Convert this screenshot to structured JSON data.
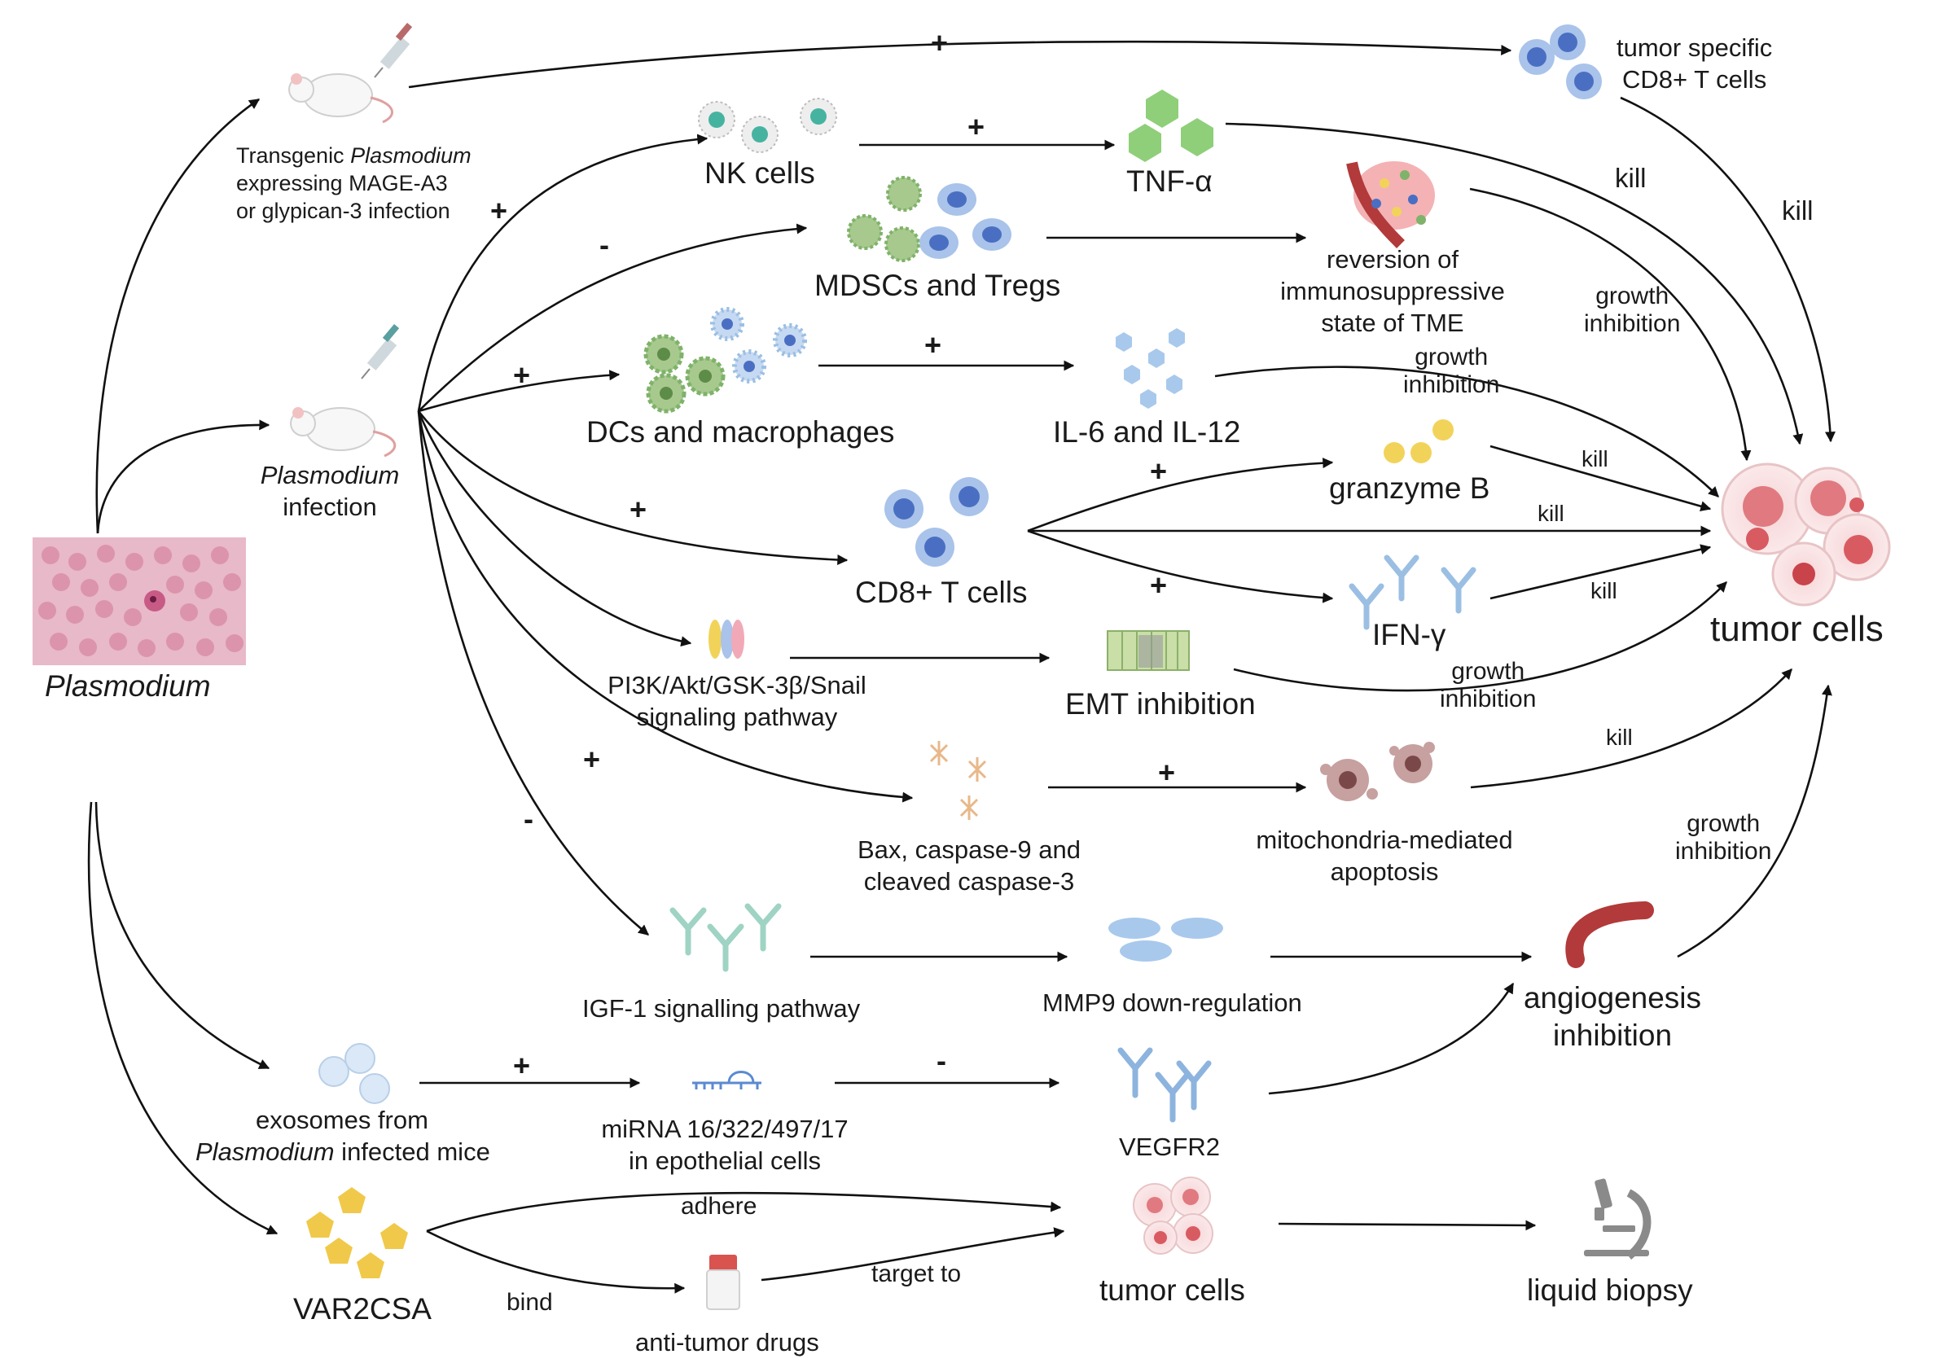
{
  "source": {
    "plasmodium": "Plasmodium",
    "transgenic_prefix": "Transgenic ",
    "transgenic_italic": "Plasmodium",
    "transgenic_line2": "expressing MAGE-A3",
    "transgenic_line3": "or glypican-3 infection",
    "infection_italic": "Plasmodium",
    "infection_line2": "infection"
  },
  "nodes": {
    "tumor_specific_line1": "tumor specific",
    "tumor_specific_line2": "CD8+ T cells",
    "nk_cells": "NK cells",
    "tnf": "TNF-α",
    "mdscs": "MDSCs and Tregs",
    "reversion_line1": "reversion of",
    "reversion_line2": "immunosuppressive",
    "reversion_line3": "state of TME",
    "dcs": "DCs and macrophages",
    "il": "IL-6 and IL-12",
    "granzyme": "granzyme B",
    "cd8": "CD8+ T cells",
    "ifn": "IFN-γ",
    "tumor_cells": "tumor cells",
    "pi3k_line1": "PI3K/Akt/GSK-3β/Snail",
    "pi3k_line2": "signaling pathway",
    "emt": "EMT inhibition",
    "bax_line1": "Bax, caspase-9 and",
    "bax_line2": "cleaved caspase-3",
    "mito_line1": "mitochondria-mediated",
    "mito_line2": "apoptosis",
    "igf": "IGF-1 signalling pathway",
    "mmp9": "MMP9 down-regulation",
    "angio_line1": "angiogenesis",
    "angio_line2": "inhibition",
    "exosomes_line1": "exosomes from",
    "exosomes_italic": "Plasmodium",
    "exosomes_rest": " infected mice",
    "mirna_line1": "miRNA 16/322/497/17",
    "mirna_line2": "in epothelial cells",
    "vegfr2": "VEGFR2",
    "var2csa": "VAR2CSA",
    "anti_tumor": "anti-tumor drugs",
    "tumor_cells_small": "tumor cells",
    "liquid_biopsy": "liquid biopsy"
  },
  "edges": {
    "kill": "kill",
    "growth": "growth",
    "inhibition": "inhibition",
    "adhere": "adhere",
    "bind": "bind",
    "target_to": "target to",
    "plus": "+",
    "minus": "-"
  },
  "colors": {
    "arrow": "#111111",
    "tumor": "#e07a80",
    "tumor_core": "#c9434a",
    "cd8": "#4a6fc2",
    "cd8_ring": "#a9c3ea",
    "green_cell": "#7fb26a",
    "tnf": "#8fcf7a",
    "granzyme": "#f2d35a",
    "receptor": "#9bbfe3",
    "igf": "#9fd3c4",
    "vegf": "#8db4de",
    "mmp9": "#a8c9ec",
    "var2csa": "#f0c94a",
    "vessel": "#b23a3a",
    "blood_bg": "#e8b9c8",
    "blood_cell": "#d98ea6"
  }
}
